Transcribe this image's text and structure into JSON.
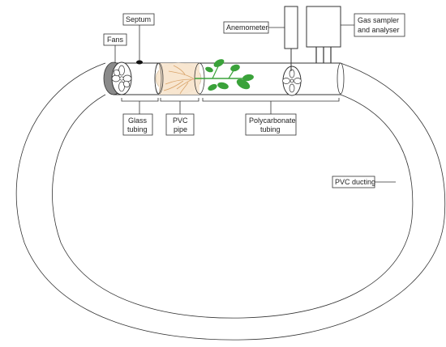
{
  "labels": {
    "fans": "Fans",
    "septum": "Septum",
    "anemometer": "Anemometer",
    "gas_sampler_line1": "Gas sampler",
    "gas_sampler_line2": "and analyser",
    "glass_line1": "Glass",
    "glass_line2": "tubing",
    "pvc_pipe_line1": "PVC",
    "pvc_pipe_line2": "pipe",
    "polycarbonate_line1": "Polycarbonate",
    "polycarbonate_line2": "tubing",
    "pvc_ducting": "PVC ducting"
  },
  "colors": {
    "outline": "#333333",
    "soil": "#f7e6cf",
    "root": "#d9a46a",
    "leaf": "#3aa23a",
    "fan_gray": "#8a8a8a"
  }
}
